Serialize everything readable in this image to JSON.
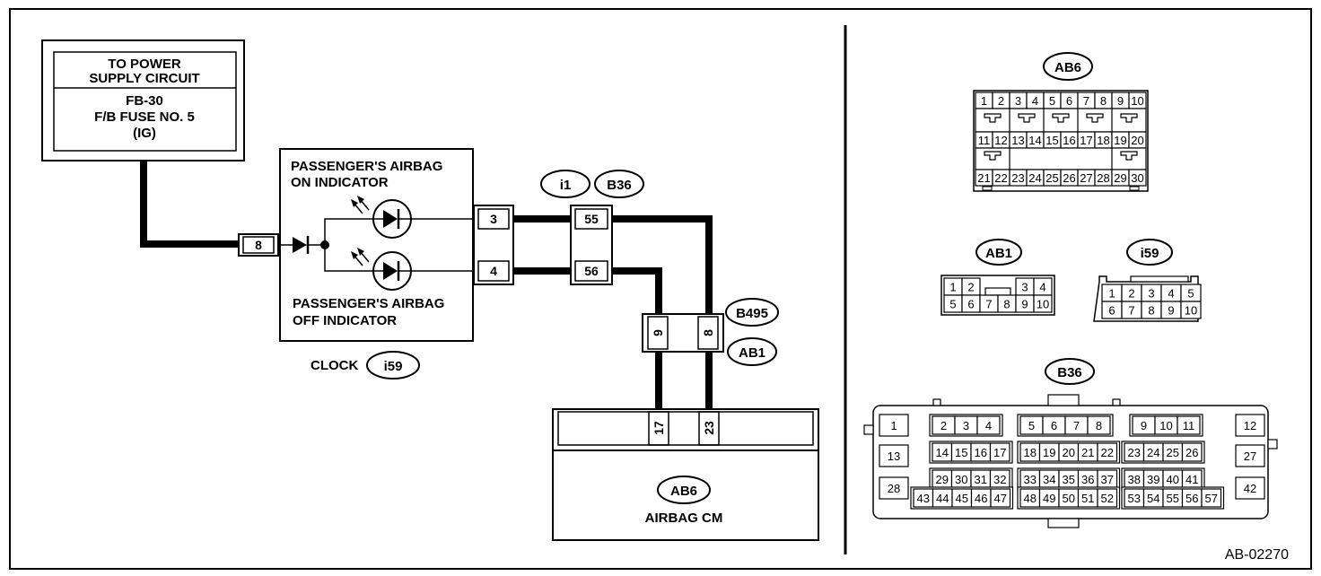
{
  "power": {
    "line1": "TO POWER",
    "line2": "SUPPLY CIRCUIT",
    "fuse_line1": "FB-30",
    "fuse_line2": "F/B FUSE NO. 5",
    "fuse_line3": "(IG)"
  },
  "indicator": {
    "on_line1": "PASSENGER'S AIRBAG",
    "on_line2": "ON INDICATOR",
    "off_line1": "PASSENGER'S AIRBAG",
    "off_line2": "OFF INDICATOR",
    "pin_power": "8",
    "pin_on": "3",
    "pin_off": "4"
  },
  "clock": {
    "label": "CLOCK",
    "connector": "i59"
  },
  "connectors": {
    "i1": "i1",
    "b36": "B36",
    "b36_pin_a": "55",
    "b36_pin_b": "56",
    "b495": "B495",
    "ab1": "AB1",
    "b495_pin_left": "9",
    "b495_pin_right": "8"
  },
  "airbag_cm": {
    "connector": "AB6",
    "label": "AIRBAG CM",
    "pin_left": "17",
    "pin_right": "23"
  },
  "face_views": {
    "ab6": {
      "label": "AB6",
      "row1": [
        "1",
        "2",
        "3",
        "4",
        "5",
        "6",
        "7",
        "8",
        "9",
        "10"
      ],
      "row2": [
        "11",
        "12",
        "13",
        "14",
        "15",
        "16",
        "17",
        "18",
        "19",
        "20"
      ],
      "row3": [
        "21",
        "22",
        "23",
        "24",
        "25",
        "26",
        "27",
        "28",
        "29",
        "30"
      ]
    },
    "ab1": {
      "label": "AB1",
      "row1": [
        "1",
        "2",
        "3",
        "4"
      ],
      "row2": [
        "5",
        "6",
        "7",
        "8",
        "9",
        "10"
      ]
    },
    "i59": {
      "label": "i59",
      "row1": [
        "1",
        "2",
        "3",
        "4",
        "5"
      ],
      "row2": [
        "6",
        "7",
        "8",
        "9",
        "10"
      ]
    },
    "b36": {
      "label": "B36",
      "left_col": [
        "1",
        "13",
        "28"
      ],
      "right_col": [
        "12",
        "27",
        "42"
      ],
      "row1_groups": [
        [
          "2",
          "3",
          "4"
        ],
        [
          "5",
          "6",
          "7",
          "8"
        ],
        [
          "9",
          "10",
          "11"
        ]
      ],
      "row2_groups": [
        [
          "14",
          "15",
          "16",
          "17"
        ],
        [
          "18",
          "19",
          "20",
          "21",
          "22"
        ],
        [
          "23",
          "24",
          "25",
          "26"
        ]
      ],
      "row3_groups": [
        [
          "29",
          "30",
          "31",
          "32"
        ],
        [
          "33",
          "34",
          "35",
          "36",
          "37"
        ],
        [
          "38",
          "39",
          "40",
          "41"
        ]
      ],
      "row4_groups": [
        [
          "43",
          "44",
          "45",
          "46",
          "47"
        ],
        [
          "48",
          "49",
          "50",
          "51",
          "52"
        ],
        [
          "53",
          "54",
          "55",
          "56",
          "57"
        ]
      ]
    }
  },
  "figure_id": "AB-02270"
}
